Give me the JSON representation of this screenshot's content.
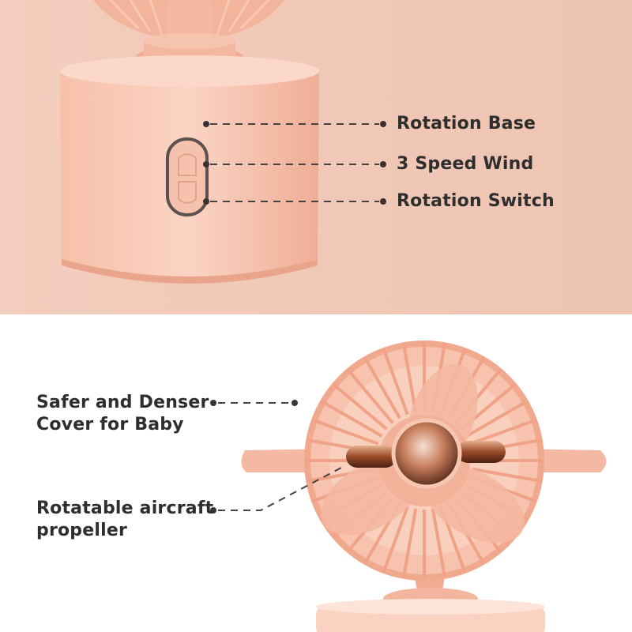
{
  "top_panel": {
    "callouts": [
      {
        "label": "Rotation Base"
      },
      {
        "label": "3 Speed Wind"
      },
      {
        "label": "Rotation Switch"
      }
    ]
  },
  "bottom_panel": {
    "callouts": [
      {
        "line1": "Safer and Denser",
        "line2": "Cover for Baby"
      },
      {
        "line1": "Rotatable aircraft",
        "line2": "propeller"
      }
    ]
  },
  "colors": {
    "top_background": "#f0c9b8",
    "bottom_background": "#ffffff",
    "fan_body": "#f5b9a1",
    "label_text": "#2e2e2e",
    "propeller": "#a0522d"
  }
}
